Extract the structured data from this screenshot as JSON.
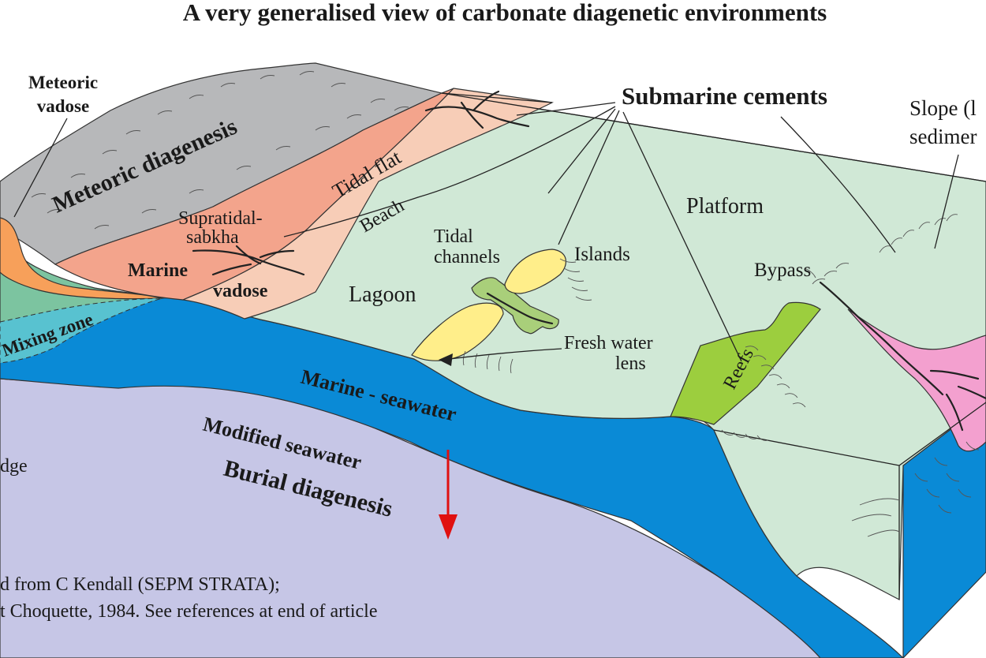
{
  "title": "A very generalised view of carbonate diagenetic environments",
  "labels": {
    "meteoric_vadose": [
      "Meteoric",
      "vadose"
    ],
    "meteoric_diagenesis": "Meteoric diagenesis",
    "tidal_flat": "Tidal flat",
    "supratidal_sabkha": [
      "Supratidal-",
      "sabkha"
    ],
    "beach": "Beach",
    "marine": "Marine",
    "vadose": "vadose",
    "submarine_cements": "Submarine cements",
    "slope": [
      "Slope (l",
      "sedimer"
    ],
    "platform": "Platform",
    "tidal_channels": [
      "Tidal",
      "channels"
    ],
    "islands": "Islands",
    "bypass": "Bypass",
    "lagoon": "Lagoon",
    "mixing_zone": "Mixing zone",
    "fresh_water_lens": [
      "Fresh water",
      "lens"
    ],
    "reefs": "Reefs",
    "marine_seawater": "Marine - seawater",
    "modified_seawater": "Modified seawater",
    "burial_diagenesis": "Burial diagenesis",
    "edge_fragment": "dge"
  },
  "credit": [
    "d from C Kendall (SEPM STRATA);",
    "t Choquette, 1984. See references at end of article"
  ],
  "colors": {
    "meteoric": "#b7b8ba",
    "marine_vadose": "#f3a48c",
    "tidal_flat": "#f7cdb7",
    "platform": "#d0e8d6",
    "seawater": "#0a8ad6",
    "burial": "#c6c6e6",
    "mixing_zone": "#58c2d0",
    "fresh_water_lens": "#ffee8a",
    "reefs": "#9cce3e",
    "slope_fan": "#f3a0cf",
    "meteoric_lens": "#f7a05a",
    "arrow": "#e01010"
  }
}
